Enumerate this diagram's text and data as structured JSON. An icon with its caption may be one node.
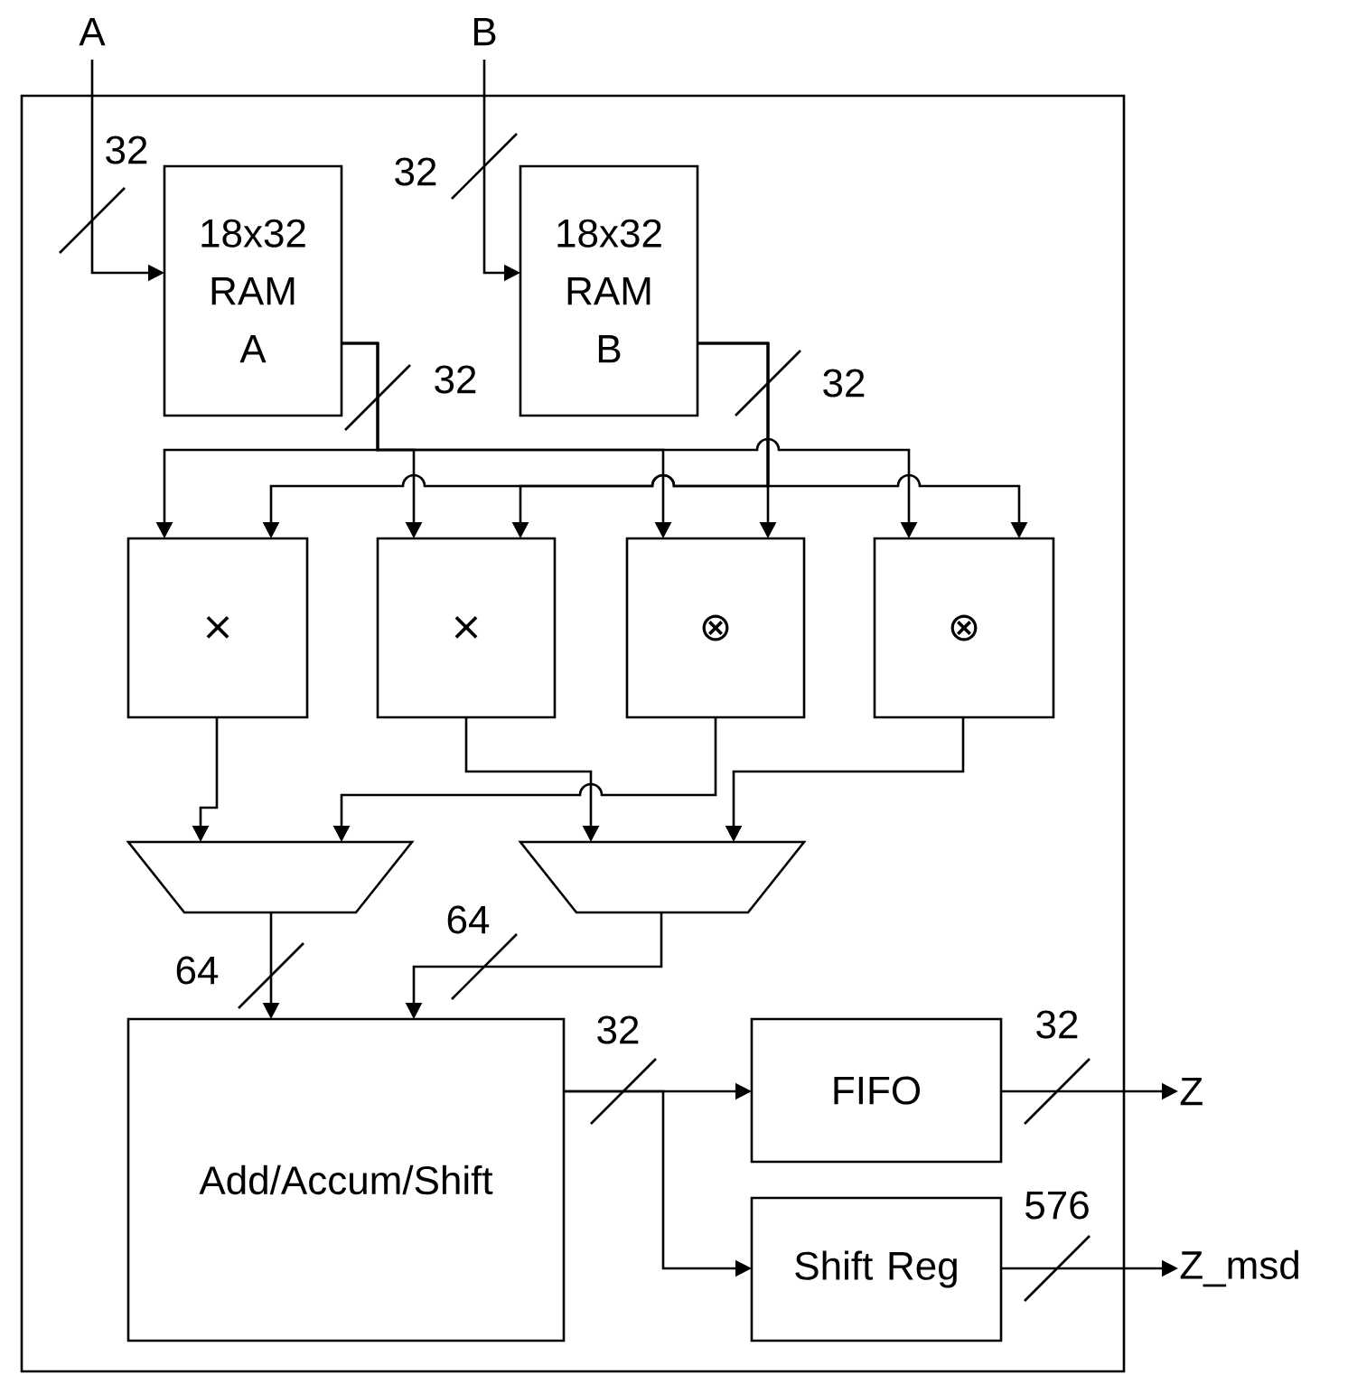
{
  "diagram": {
    "nodes": [
      {
        "text": [],
        "shape": "box"
      },
      {
        "text": [
          "A"
        ]
      },
      {
        "text": [
          "B"
        ]
      },
      {
        "text": [
          "18x32 RAM A"
        ],
        "in": 0
      },
      {
        "text": [
          "18x32 RAM B"
        ],
        "in": 0
      },
      {
        "text": [
          "×"
        ],
        "in": 0
      },
      {
        "text": [
          "×"
        ],
        "in": 0
      },
      {
        "text": [
          "⊗"
        ],
        "in": 0
      },
      {
        "text": [
          "⊗"
        ],
        "in": 0
      },
      {
        "text": [],
        "shape": "trapezoid",
        "in": 0
      },
      {
        "text": [],
        "shape": "trapezoid",
        "in": 0
      },
      {
        "text": [
          "Add/Accum/Shift"
        ],
        "in": 0
      },
      {
        "text": [
          "FIFO"
        ],
        "in": 0
      },
      {
        "text": [
          "Shift Reg"
        ],
        "in": 0
      },
      {
        "text": [
          "Z"
        ]
      },
      {
        "text": [
          "Z_msd"
        ]
      }
    ],
    "edges": [
      {
        "from": 1,
        "to": 3,
        "arrow": "to",
        "label": "32"
      },
      {
        "from": 2,
        "to": 4,
        "arrow": "to",
        "label": "32"
      },
      {
        "from": 3,
        "to": 5,
        "arrow": "to",
        "label": "32"
      },
      {
        "from": 3,
        "to": 6,
        "arrow": "to"
      },
      {
        "from": 3,
        "to": 7,
        "arrow": "to"
      },
      {
        "from": 3,
        "to": 8,
        "arrow": "to"
      },
      {
        "from": 4,
        "to": 7,
        "arrow": "to",
        "label": "32"
      },
      {
        "from": 4,
        "to": 5,
        "arrow": "to"
      },
      {
        "from": 4,
        "to": 6,
        "arrow": "to"
      },
      {
        "from": 4,
        "to": 8,
        "arrow": "to"
      },
      {
        "from": 5,
        "to": 9,
        "arrow": "to"
      },
      {
        "from": 7,
        "to": 9,
        "arrow": "to"
      },
      {
        "from": 6,
        "to": 10,
        "arrow": "to"
      },
      {
        "from": 8,
        "to": 10,
        "arrow": "to"
      },
      {
        "from": 9,
        "to": 11,
        "arrow": "to",
        "label": "64"
      },
      {
        "from": 10,
        "to": 11,
        "arrow": "to",
        "label": "64"
      },
      {
        "from": 11,
        "to": 12,
        "arrow": "to",
        "label": "32"
      },
      {
        "from": 11,
        "to": 13,
        "arrow": "to"
      },
      {
        "from": 12,
        "to": 14,
        "arrow": "to",
        "label": "32"
      },
      {
        "from": 13,
        "to": 15,
        "arrow": "to",
        "label": "576"
      }
    ]
  }
}
